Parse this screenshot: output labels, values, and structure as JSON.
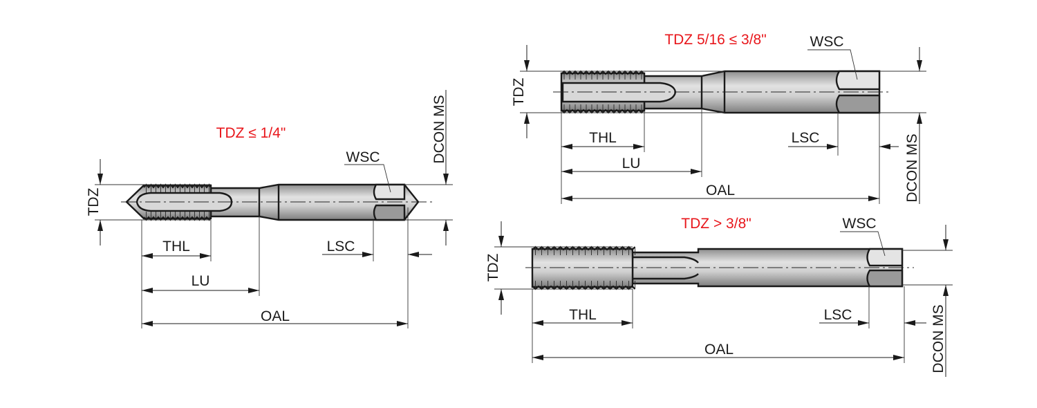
{
  "diagrams": [
    {
      "title": "TDZ ≤ 1/4\"",
      "labels": {
        "tdz": "TDZ",
        "thl": "THL",
        "lu": "LU",
        "oal": "OAL",
        "lsc": "LSC",
        "wsc": "WSC",
        "dcon": "DCON MS"
      }
    },
    {
      "title": "TDZ 5/16 ≤ 3/8\"",
      "labels": {
        "tdz": "TDZ",
        "thl": "THL",
        "lu": "LU",
        "oal": "OAL",
        "lsc": "LSC",
        "wsc": "WSC",
        "dcon": "DCON MS"
      }
    },
    {
      "title": "TDZ > 3/8\"",
      "labels": {
        "tdz": "TDZ",
        "thl": "THL",
        "oal": "OAL",
        "lsc": "LSC",
        "wsc": "WSC",
        "dcon": "DCON MS"
      }
    }
  ],
  "colors": {
    "title": "#e8161b",
    "line": "#1a1a1a",
    "body_light": "#e6e6e6",
    "body_dark": "#9a9a9a"
  }
}
